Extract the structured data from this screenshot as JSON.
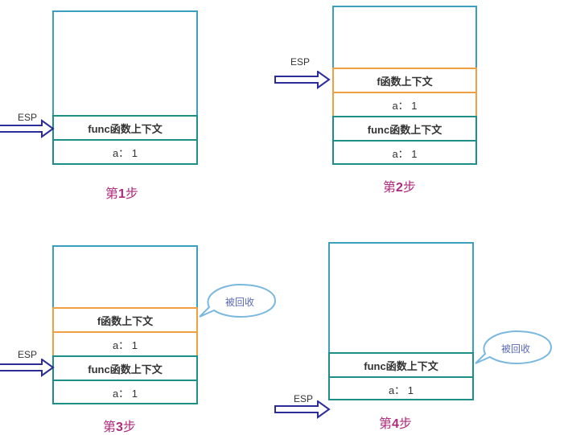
{
  "colors": {
    "stack_border": "#3aa0bd",
    "func_frame": "#1e8f86",
    "f_frame": "#f0a040",
    "arrow": "#2d2d9a",
    "caption": "#b02a7c",
    "bubble_border": "#7ab8e0",
    "bubble_text": "#5a6ab8"
  },
  "esp_label": "ESP",
  "func_frame_label": "func函数上下文",
  "f_frame_label": "f函数上下文",
  "var_label": "a： 1",
  "recycled_label": "被回收",
  "steps": [
    {
      "caption_pre": "第",
      "caption_num": "1",
      "caption_post": "步"
    },
    {
      "caption_pre": "第",
      "caption_num": "2",
      "caption_post": "步"
    },
    {
      "caption_pre": "第",
      "caption_num": "3",
      "caption_post": "步"
    },
    {
      "caption_pre": "第",
      "caption_num": "4",
      "caption_post": "步"
    }
  ]
}
